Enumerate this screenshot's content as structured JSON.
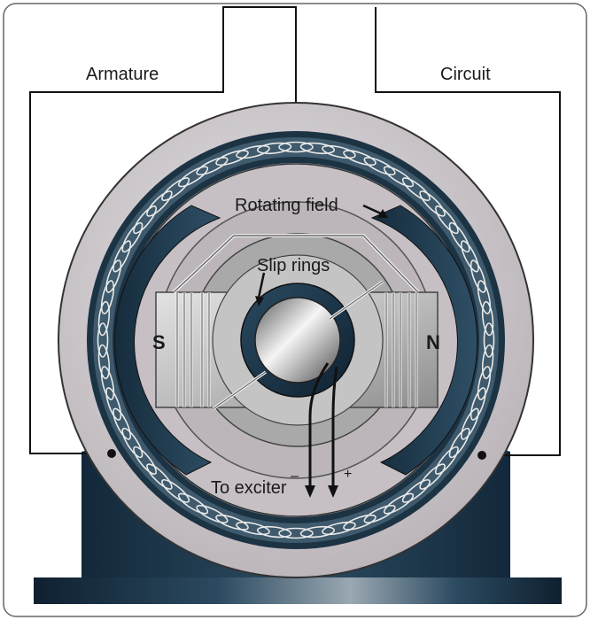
{
  "labels": {
    "armature": "Armature",
    "circuit": "Circuit",
    "rotating_field": "Rotating field",
    "slip_rings": "Slip rings",
    "pole_south": "S",
    "pole_north": "N",
    "to_exciter": "To exciter",
    "minus": "–",
    "plus": "+"
  },
  "colors": {
    "base": "#1f3a4f",
    "stator_face": "#c9c4c8",
    "winding": "#2e4656",
    "pole_shoe": "#233f52",
    "rotor_gray": "#bdbdbd",
    "ring_dark": "#1f3a4f"
  }
}
